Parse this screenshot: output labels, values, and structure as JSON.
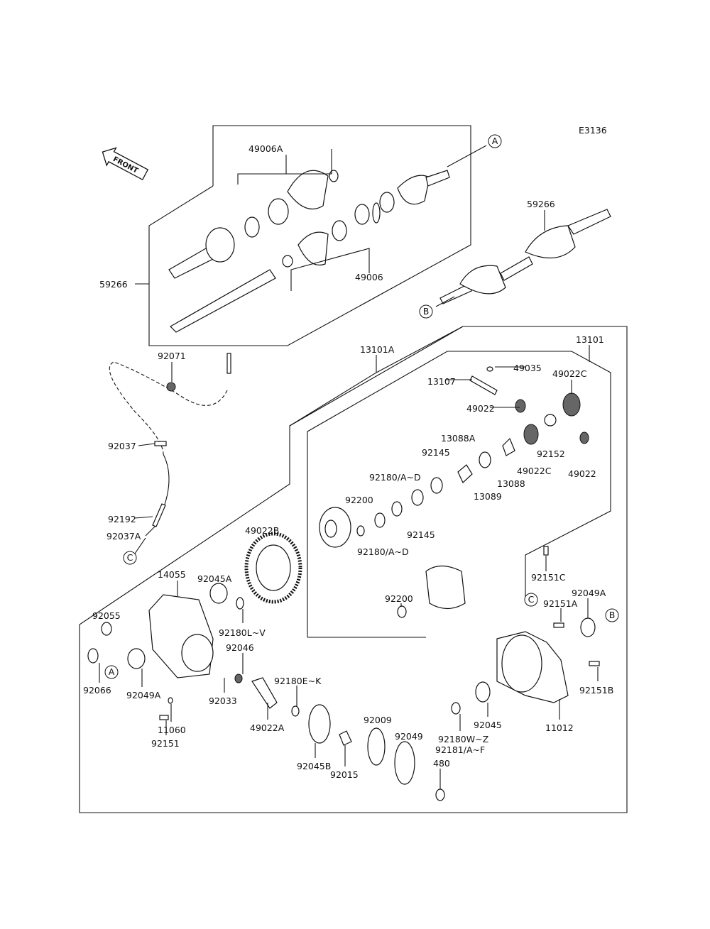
{
  "diagram_code": "E3136",
  "front_arrow": "FRONT",
  "refs": {
    "A": "A",
    "B": "B",
    "C": "C"
  },
  "labels": {
    "p49006A": "49006A",
    "p59266_r": "59266",
    "p59266_l": "59266",
    "p49006": "49006",
    "p92071": "92071",
    "p13101A": "13101A",
    "p13101": "13101",
    "p49035": "49035",
    "p13107": "13107",
    "p49022C_a": "49022C",
    "p49022_a": "49022",
    "p13088A": "13088A",
    "p92145_a": "92145",
    "p92152": "92152",
    "p49022C_b": "49022C",
    "p49022_b": "49022",
    "p92180AD_a": "92180/A~D",
    "p13088": "13088",
    "p13089": "13089",
    "p92200_a": "92200",
    "p92145_b": "92145",
    "p92180AD_b": "92180/A~D",
    "p49022B": "49022B",
    "p92037": "92037",
    "p92192": "92192",
    "p92037A": "92037A",
    "p14055": "14055",
    "p92045A": "92045A",
    "p92200_b": "92200",
    "p92151C": "92151C",
    "p92049A_r": "92049A",
    "p92151A": "92151A",
    "p92055": "92055",
    "p92180LV": "92180L~V",
    "p92046": "92046",
    "p92180EK": "92180E~K",
    "p92066": "92066",
    "p92049A_l": "92049A",
    "p92033": "92033",
    "p92151B": "92151B",
    "p49022A": "49022A",
    "p11060": "11060",
    "p92009": "92009",
    "p92049": "92049",
    "p11012": "11012",
    "p92045": "92045",
    "p92180WZ": "92180W~Z",
    "p92181AF": "92181/A~F",
    "p92151": "92151",
    "p92045B": "92045B",
    "p92015": "92015",
    "p480": "480"
  }
}
